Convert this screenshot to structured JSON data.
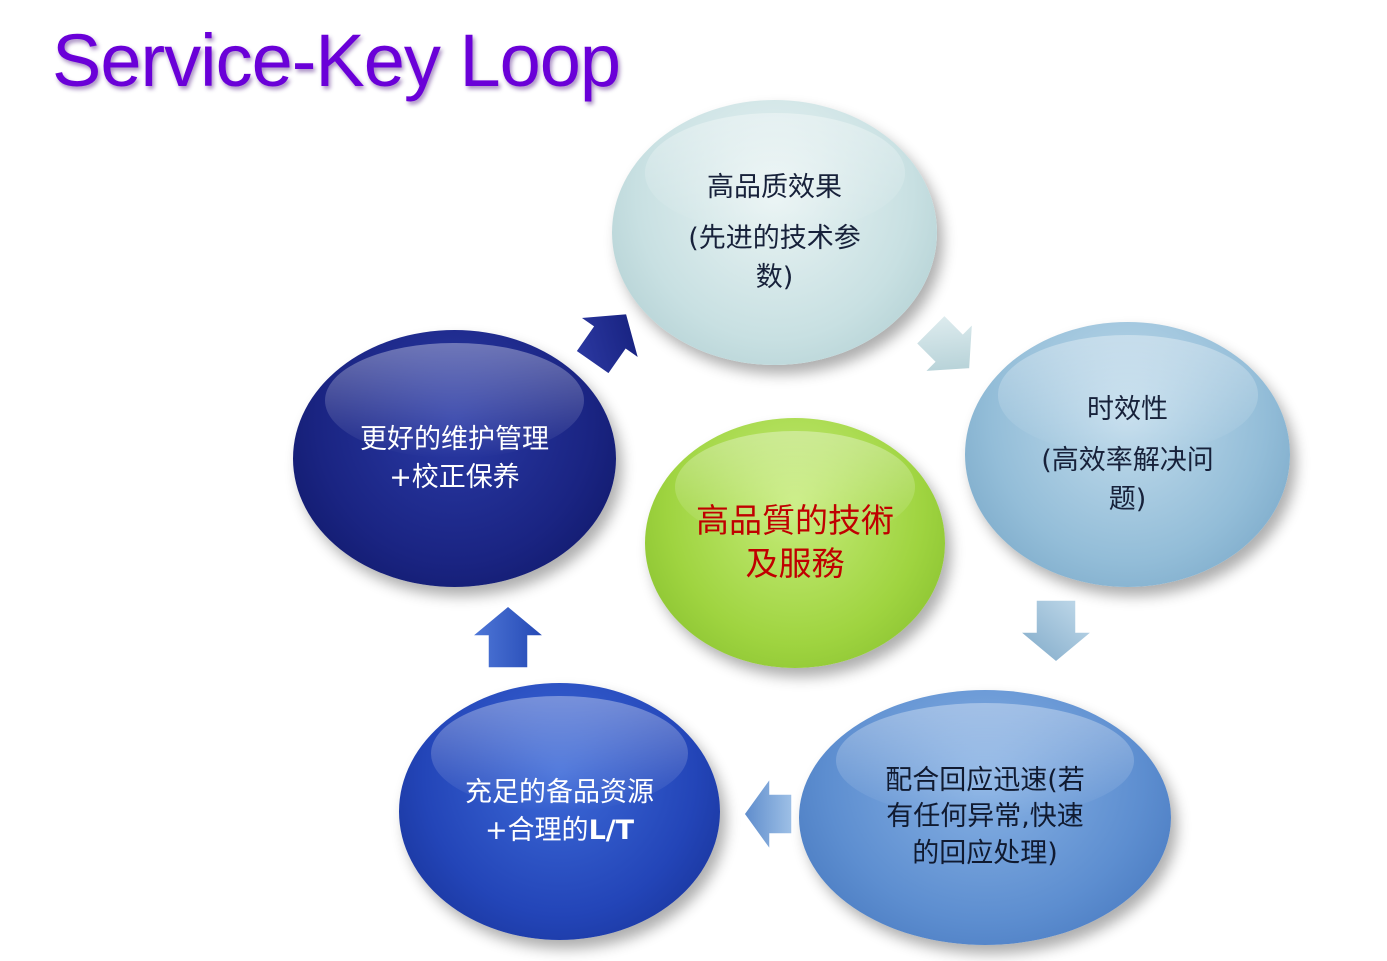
{
  "title": "Service-Key Loop",
  "colors": {
    "title": "#6a00d8",
    "center_text": "#c00000",
    "center_fill": "#9fd440"
  },
  "center": {
    "line1": "高品質的技術",
    "line2": "及服務"
  },
  "nodes": [
    {
      "line1": "高品质效果",
      "line2": "(先进的技术参",
      "line3": "数)"
    },
    {
      "line1": "时效性",
      "line2": "(高效率解决问",
      "line3": "题)"
    },
    {
      "line1": "配合回应迅速(若",
      "line2": "有任何异常,快速",
      "line3": "的回应处理)"
    },
    {
      "line1": "充足的备品资源",
      "line2_prefix": "+合理的",
      "line2_suffix": "L/T"
    },
    {
      "line1": "更好的维护管理",
      "line2": "+校正保养"
    }
  ]
}
